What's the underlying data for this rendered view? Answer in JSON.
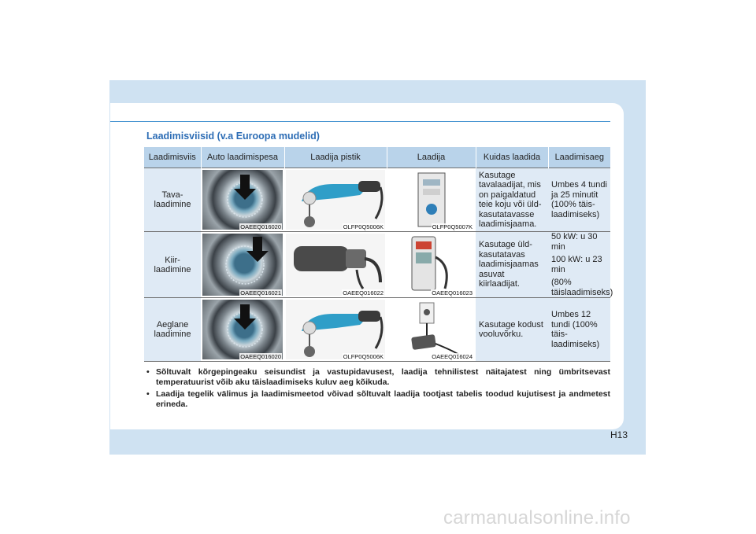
{
  "section_title": "Laadimisviisid (v.a Euroopa mudelid)",
  "table": {
    "headers": [
      "Laadimisviis",
      "Auto laadimispesa",
      "Laadija pistik",
      "Laadija",
      "Kuidas laadida",
      "Laadimisaeg"
    ],
    "rows": [
      {
        "mode": "Tava-\nlaadimine",
        "port_caption": "OAEEQ016020",
        "plug_caption": "OLFP0Q5006K",
        "charger_caption": "OLFP0Q5007K",
        "how": "Kasutage tavalaadijat, mis on paigaldatud teie koju või üld-kasutatavasse laadimisjaama.",
        "time": "Umbes 4 tundi ja 25 minutit (100% täis-laadimiseks)"
      },
      {
        "mode": "Kiir-\nlaadimine",
        "port_caption": "OAEEQ016021",
        "plug_caption": "OAEEQ016022",
        "charger_caption": "OAEEQ016023",
        "how": "Kasutage üld-kasutatavas laadimisjaamas asuvat kiirlaadijat.",
        "time_lines": [
          "50 kW: u 30 min",
          "100 kW:  u 23 min",
          "(80% täislaadimiseks)"
        ]
      },
      {
        "mode": "Aeglane\nlaadimine",
        "port_caption": "OAEEQ016020",
        "plug_caption": "OLFP0Q5006K",
        "charger_caption": "OAEEQ016024",
        "how": "Kasutage kodust vooluvõrku.",
        "time": "Umbes 12 tundi (100% täis-laadimiseks)"
      }
    ]
  },
  "notes": [
    "Sõltuvalt kõrgepingeaku seisundist ja vastupidavusest, laadija tehnilistest näitajatest ning ümbritsevast temperatuurist võib aku täislaadimiseks kuluv aeg kõikuda.",
    "Laadija tegelik välimus ja laadimismeetod võivad sõltuvalt laadija tootjast tabelis toodud kujutisest ja andmetest erineda."
  ],
  "bullet": "•",
  "page_number": "H13",
  "watermark": "carmanualsonline.info",
  "colors": {
    "page_band": "#cfe2f2",
    "header_bg": "#b9d3ea",
    "cell_bg": "#dfeaf5",
    "title": "#2d6db5",
    "rule": "#4a96d2"
  },
  "icons": [
    "charging-port-image",
    "down-arrow-icon",
    "charger-plug-image",
    "wallbox-charger-image",
    "fast-charger-image",
    "portable-charger-image"
  ]
}
